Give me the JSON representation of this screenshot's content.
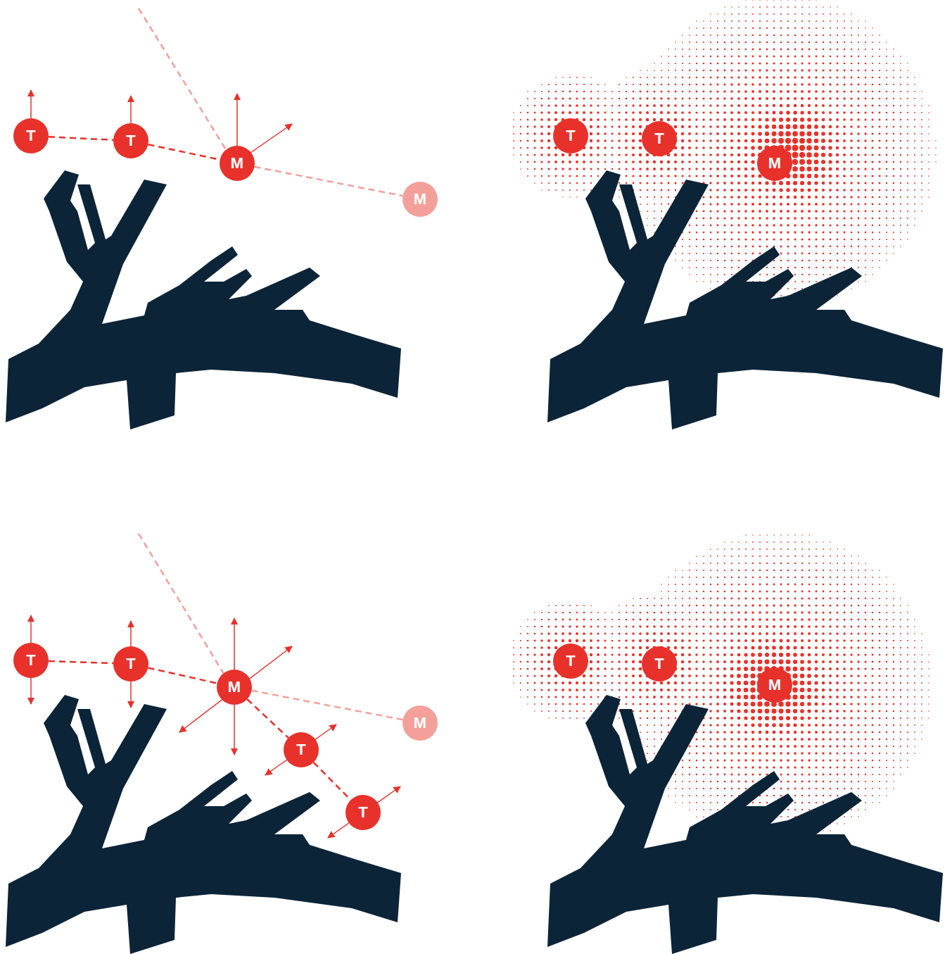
{
  "diagram": {
    "nodes": [
      {
        "text": [
          "T"
        ]
      },
      {
        "text": [
          "T"
        ]
      },
      {
        "text": [
          "M"
        ]
      },
      {
        "text": [
          "M"
        ]
      },
      {
        "text": [
          "T"
        ]
      },
      {
        "text": [
          "T"
        ]
      },
      {
        "text": [
          "M"
        ]
      },
      {
        "text": [
          "T"
        ]
      },
      {
        "text": [
          "T"
        ]
      },
      {
        "text": [
          "M"
        ]
      },
      {
        "text": [
          "M"
        ]
      },
      {
        "text": [
          "T"
        ]
      },
      {
        "text": [
          "T"
        ]
      },
      {
        "text": [
          "T"
        ]
      },
      {
        "text": [
          "T"
        ]
      },
      {
        "text": [
          "M"
        ]
      }
    ],
    "edges": [
      {
        "from": 0,
        "to": 1,
        "arrow": "none"
      },
      {
        "from": 1,
        "to": 2,
        "arrow": "none"
      },
      {
        "from": 2,
        "to": 3,
        "arrow": "none"
      },
      {
        "from": 7,
        "to": 8,
        "arrow": "none"
      },
      {
        "from": 8,
        "to": 9,
        "arrow": "none"
      },
      {
        "from": 9,
        "to": 10,
        "arrow": "none"
      },
      {
        "from": 9,
        "to": 11,
        "arrow": "none"
      },
      {
        "from": 11,
        "to": 12,
        "arrow": "none"
      }
    ]
  }
}
